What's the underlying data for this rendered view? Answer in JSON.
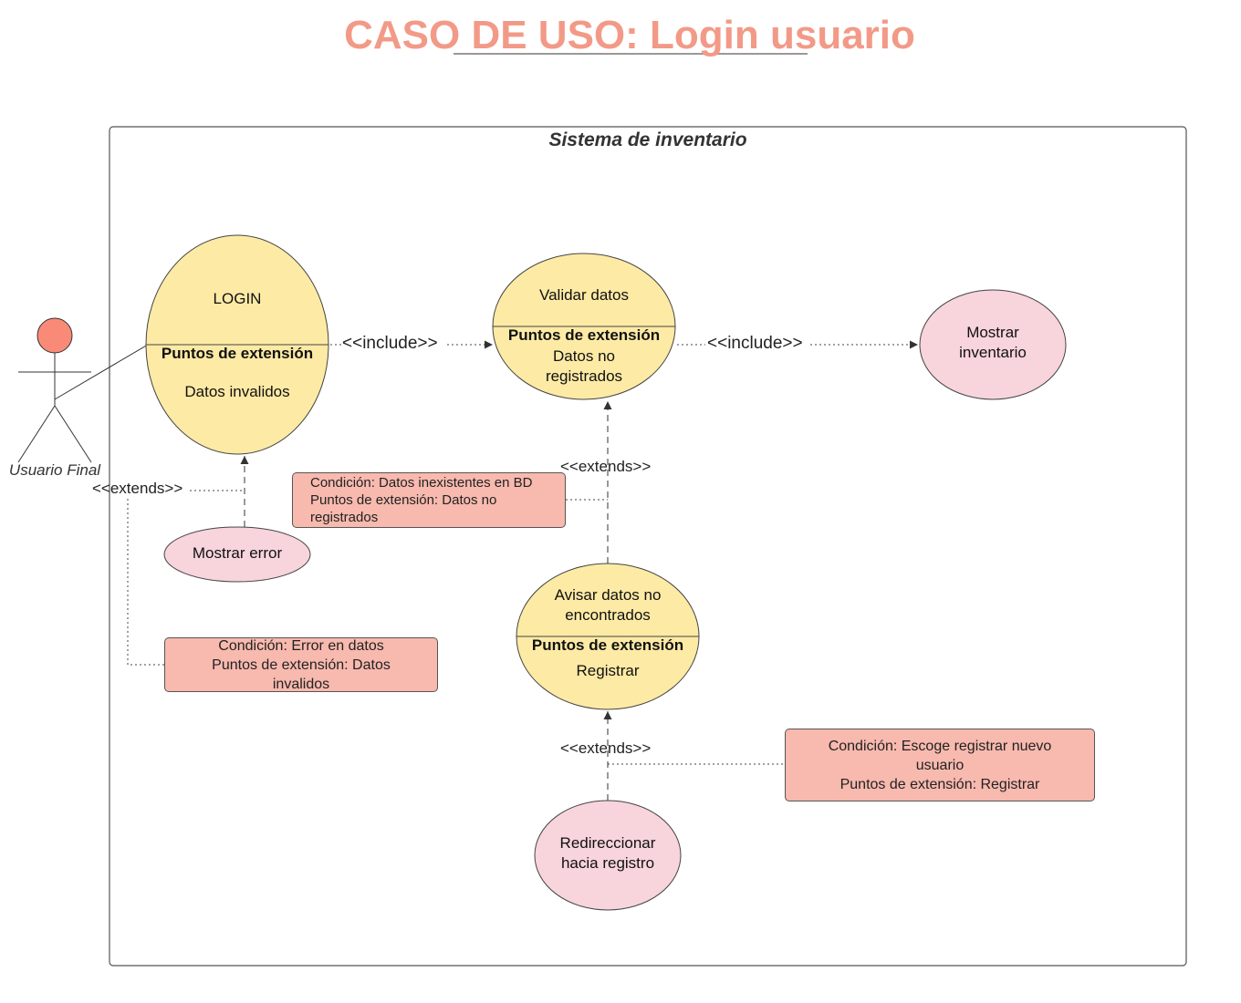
{
  "title": "CASO DE USO: Login usuario",
  "system_boundary": {
    "label": "Sistema de inventario"
  },
  "actor": {
    "label": "Usuario Final",
    "head_color": "#fa8a78"
  },
  "colors": {
    "title": "#f29a87",
    "use_case_yellow": "#fdeaa5",
    "use_case_pink": "#f8d4dc",
    "note_fill": "#f8b9ae"
  },
  "use_cases": {
    "login": {
      "name": "LOGIN",
      "section": "Puntos de extensión",
      "extension": "Datos invalidos"
    },
    "validar": {
      "name": "Validar datos",
      "section": "Puntos de extensión",
      "extension_line1": "Datos no",
      "extension_line2": "registrados"
    },
    "mostrar_inventario": {
      "line1": "Mostrar",
      "line2": "inventario"
    },
    "mostrar_error": {
      "name": "Mostrar error"
    },
    "avisar": {
      "line1": "Avisar datos no",
      "line2": "encontrados",
      "section": "Puntos de extensión",
      "extension": "Registrar"
    },
    "redireccionar": {
      "line1": "Redireccionar",
      "line2": "hacia registro"
    }
  },
  "relations": {
    "include_1": "<<include>>",
    "include_2": "<<include>>",
    "extends_left": "<<extends>>",
    "extends_mid": "<<extends>>",
    "extends_bottom": "<<extends>>"
  },
  "notes": {
    "datos_inexistentes": {
      "line1": "Condición: Datos inexistentes en BD",
      "line2": "Puntos de extensión: Datos no",
      "line3": "registrados"
    },
    "error_datos": {
      "line1": "Condición: Error en datos",
      "line2": "Puntos de extensión: Datos",
      "line3": "invalidos"
    },
    "registrar": {
      "line1": "Condición: Escoge registrar nuevo",
      "line2": "usuario",
      "line3": "Puntos de extensión: Registrar"
    }
  }
}
